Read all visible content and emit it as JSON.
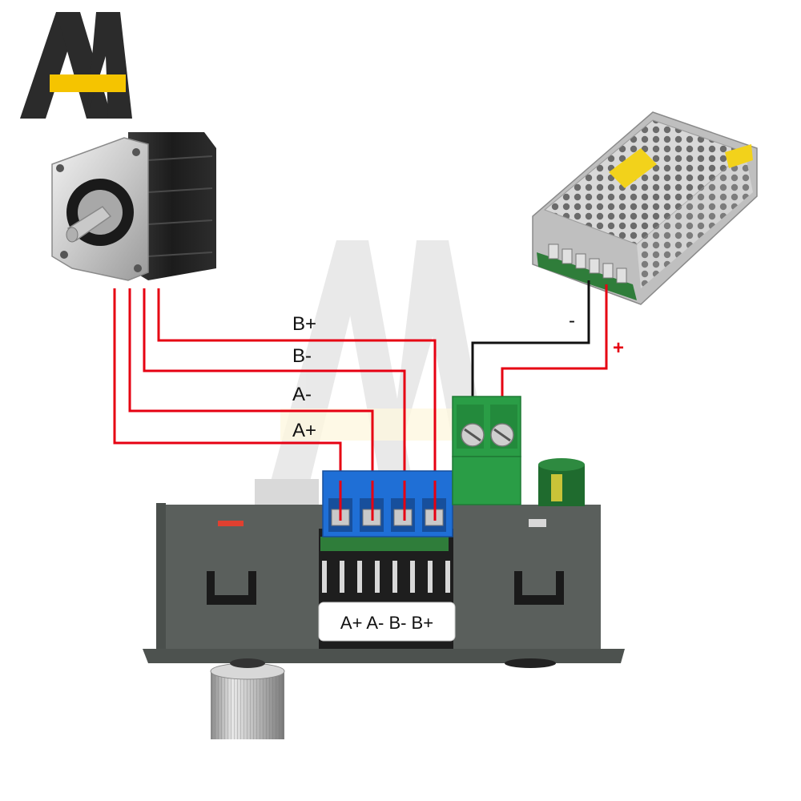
{
  "wire_labels": {
    "b_plus": "B+",
    "b_minus": "B-",
    "a_minus": "A-",
    "a_plus": "A+"
  },
  "power_labels": {
    "minus": "-",
    "plus": "+"
  },
  "controller_label": "A+ A- B- B+",
  "colors": {
    "wire_red": "#e60012",
    "wire_black": "#111111",
    "terminal_blue": "#1f6fd6",
    "terminal_green": "#2a9d46",
    "controller_body": "#5a5f5c",
    "logo_dark": "#2b2b2b",
    "logo_yellow": "#f5c400"
  },
  "components": [
    "logo",
    "stepper-motor",
    "power-supply",
    "stepper-controller",
    "capacitor",
    "knob"
  ]
}
